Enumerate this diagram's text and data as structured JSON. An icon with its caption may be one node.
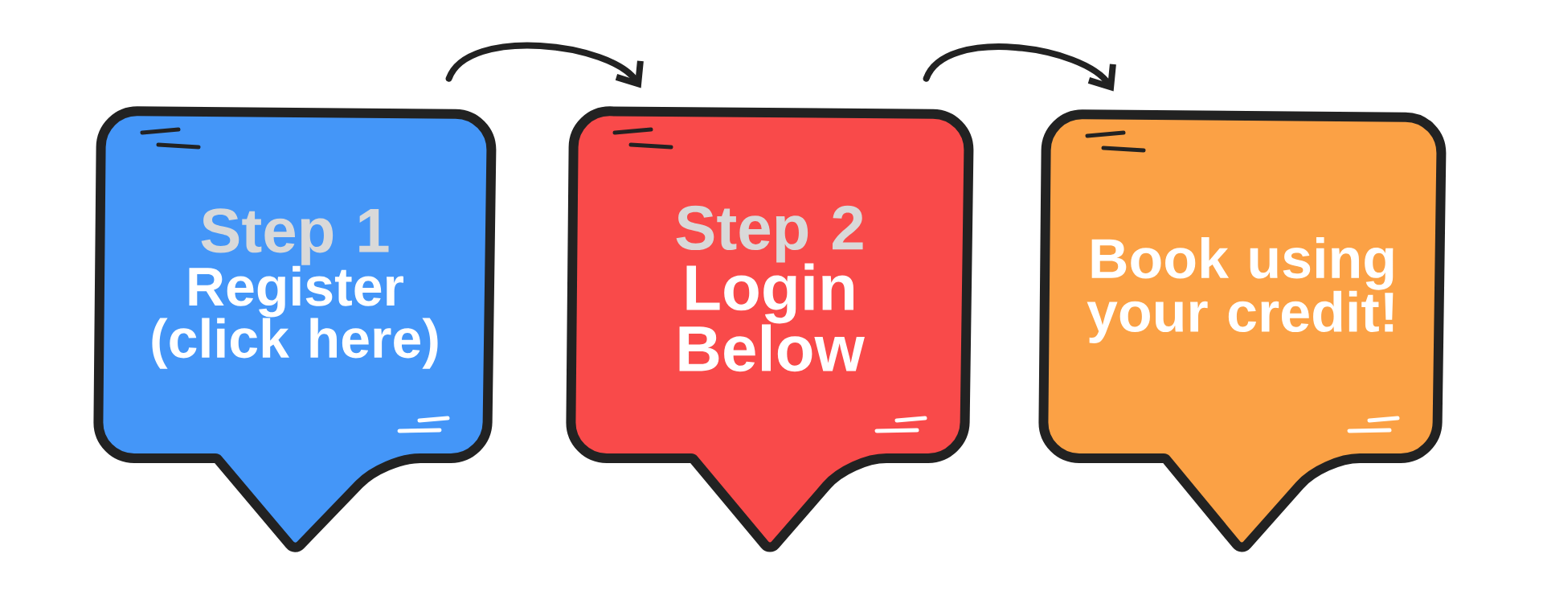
{
  "diagram": {
    "nodes": [
      {
        "text": [
          "Step 1",
          "Register (click here)"
        ]
      },
      {
        "text": [
          "Step 2",
          "Login Below"
        ]
      },
      {
        "text": [
          "Book using your credit!"
        ]
      }
    ],
    "edges": [
      {
        "from": 0,
        "to": 1,
        "arrow": "to"
      },
      {
        "from": 1,
        "to": 2,
        "arrow": "to"
      }
    ]
  }
}
